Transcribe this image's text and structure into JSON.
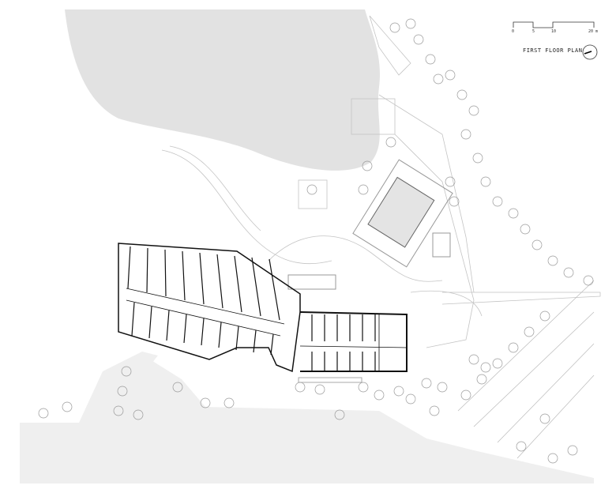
{
  "title": "FIRST FLOOR PLAN",
  "scale_bar": {
    "ticks": [
      "0",
      "5",
      "10",
      "20 m"
    ]
  },
  "icons": {
    "north_arrow": "north-arrow-icon"
  },
  "colors": {
    "water": "#e2e2e2",
    "ground": "#eeeeee",
    "walls": "#111111",
    "lines": "#bbbbbb"
  }
}
